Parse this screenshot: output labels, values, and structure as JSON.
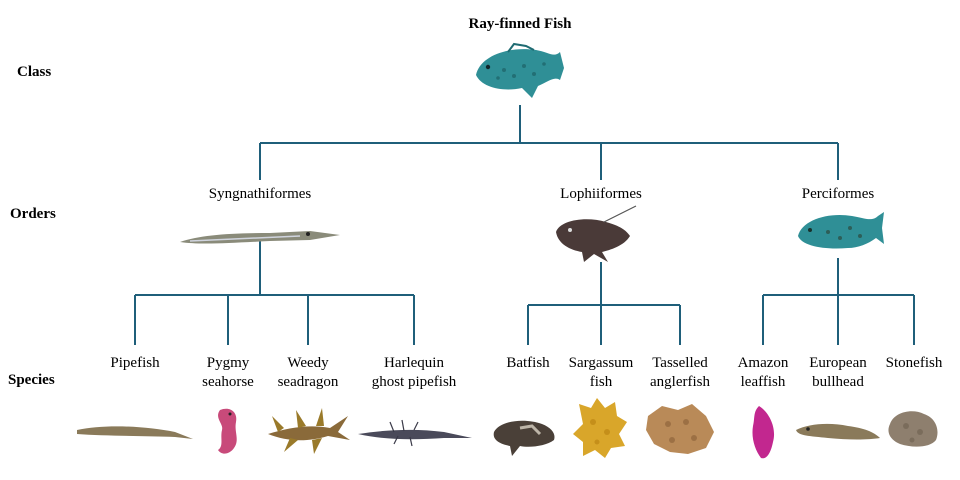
{
  "title": "Ray-finned Fish",
  "rows": {
    "class": "Class",
    "orders": "Orders",
    "species": "Species"
  },
  "orders": [
    {
      "name": "Syngnathiformes",
      "species": [
        "Pipefish",
        "Pygmy\nseahorse",
        "Weedy\nseadragon",
        "Harlequin\nghost pipefish"
      ]
    },
    {
      "name": "Lophiiformes",
      "species": [
        "Batfish",
        "Sargassum\nfish",
        "Tasselled\nanglerfish"
      ]
    },
    {
      "name": "Perciformes",
      "species": [
        "Amazon\nleaffish",
        "European\nbullhead",
        "Stonefish"
      ]
    }
  ],
  "colors": {
    "line": "#1f5f7a",
    "grouper": "#2f8f96",
    "pipefish": "#8a8b7a",
    "frogfish": "#4a3a38",
    "leaffish": "#c2278f",
    "sargassum": "#d9a62a",
    "tassel": "#b98a58",
    "stonefish": "#8e7f6e",
    "bullhead": "#8a7a5a",
    "seahorse": "#c84a7a",
    "seadragon": "#8a6a3a",
    "ghost": "#4a4a5a",
    "batfish": "#4a4038"
  },
  "icons": [
    "grouper-icon",
    "trumpetfish-icon",
    "frogfish-icon",
    "grouper-small-icon",
    "pipefish-icon",
    "pygmy-seahorse-icon",
    "weedy-seadragon-icon",
    "ghost-pipefish-icon",
    "batfish-icon",
    "sargassum-fish-icon",
    "tasselled-anglerfish-icon",
    "amazon-leaffish-icon",
    "european-bullhead-icon",
    "stonefish-icon"
  ]
}
